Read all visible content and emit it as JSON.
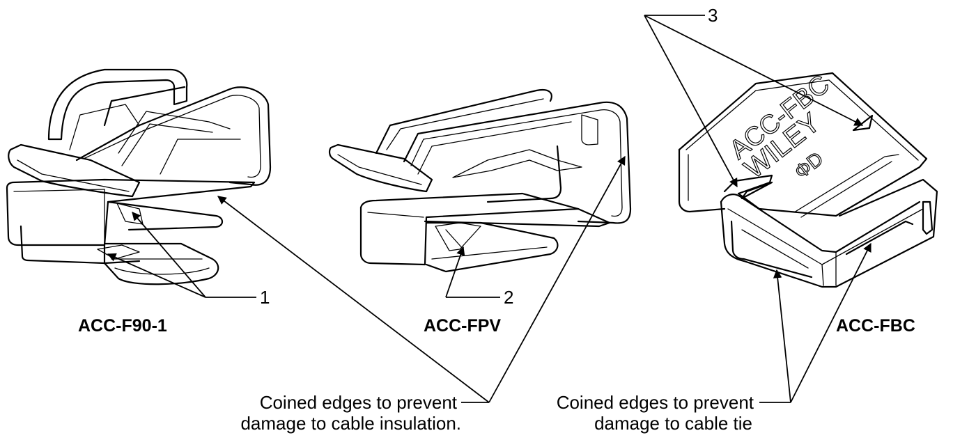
{
  "parts": {
    "left": "ACC-F90-1",
    "middle": "ACC-FPV",
    "right": "ACC-FBC"
  },
  "callouts": {
    "c1": "1",
    "c2": "2",
    "c3": "3"
  },
  "notes": {
    "insulation_line1": "Coined edges to prevent",
    "insulation_line2": "damage to cable insulation.",
    "tie_line1": "Coined edges to prevent",
    "tie_line2": "damage to cable tie"
  },
  "embossed": {
    "line1": "ACC-FBC",
    "line2": "WILEY",
    "mark": "ΦD"
  }
}
